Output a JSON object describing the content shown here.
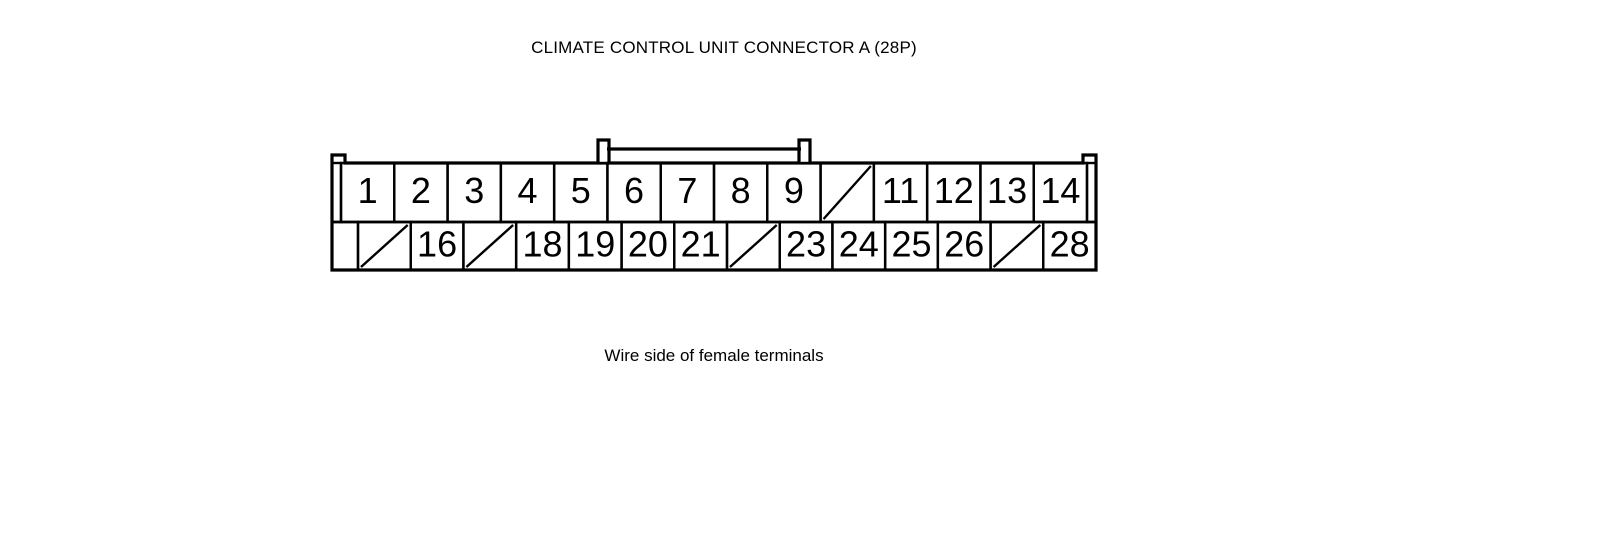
{
  "title": "CLIMATE CONTROL UNIT CONNECTOR A (28P)",
  "caption": "Wire side of female terminals",
  "colors": {
    "stroke": "#000000",
    "background": "#ffffff",
    "text": "#000000"
  },
  "connector": {
    "name": "CLIMATE CONTROL UNIT CONNECTOR A",
    "pin_count": "28P",
    "rows": [
      {
        "row_index": 0,
        "label": "top-row",
        "cells": [
          {
            "position": "",
            "type": "blank-end",
            "label": ""
          },
          {
            "position": "1",
            "type": "numbered",
            "label": "1"
          },
          {
            "position": "2",
            "type": "numbered",
            "label": "2"
          },
          {
            "position": "3",
            "type": "numbered",
            "label": "3"
          },
          {
            "position": "4",
            "type": "numbered",
            "label": "4"
          },
          {
            "position": "5",
            "type": "numbered",
            "label": "5"
          },
          {
            "position": "6",
            "type": "numbered",
            "label": "6"
          },
          {
            "position": "7",
            "type": "numbered",
            "label": "7"
          },
          {
            "position": "8",
            "type": "numbered",
            "label": "8"
          },
          {
            "position": "9",
            "type": "numbered",
            "label": "9"
          },
          {
            "position": "10",
            "type": "slashed",
            "label": ""
          },
          {
            "position": "11",
            "type": "numbered",
            "label": "11"
          },
          {
            "position": "12",
            "type": "numbered",
            "label": "12"
          },
          {
            "position": "13",
            "type": "numbered",
            "label": "13"
          },
          {
            "position": "14",
            "type": "numbered",
            "label": "14"
          },
          {
            "position": "",
            "type": "blank-end",
            "label": ""
          }
        ]
      },
      {
        "row_index": 1,
        "label": "bottom-row",
        "cells": [
          {
            "position": "",
            "type": "blank-end",
            "label": ""
          },
          {
            "position": "15",
            "type": "slashed",
            "label": ""
          },
          {
            "position": "16",
            "type": "numbered",
            "label": "16"
          },
          {
            "position": "17",
            "type": "slashed",
            "label": ""
          },
          {
            "position": "18",
            "type": "numbered",
            "label": "18"
          },
          {
            "position": "19",
            "type": "numbered",
            "label": "19"
          },
          {
            "position": "20",
            "type": "numbered",
            "label": "20"
          },
          {
            "position": "21",
            "type": "numbered",
            "label": "21"
          },
          {
            "position": "22",
            "type": "slashed",
            "label": ""
          },
          {
            "position": "23",
            "type": "numbered",
            "label": "23"
          },
          {
            "position": "24",
            "type": "numbered",
            "label": "24"
          },
          {
            "position": "25",
            "type": "numbered",
            "label": "25"
          },
          {
            "position": "26",
            "type": "numbered",
            "label": "26"
          },
          {
            "position": "27",
            "type": "slashed",
            "label": ""
          },
          {
            "position": "28",
            "type": "numbered",
            "label": "28"
          }
        ]
      }
    ]
  }
}
